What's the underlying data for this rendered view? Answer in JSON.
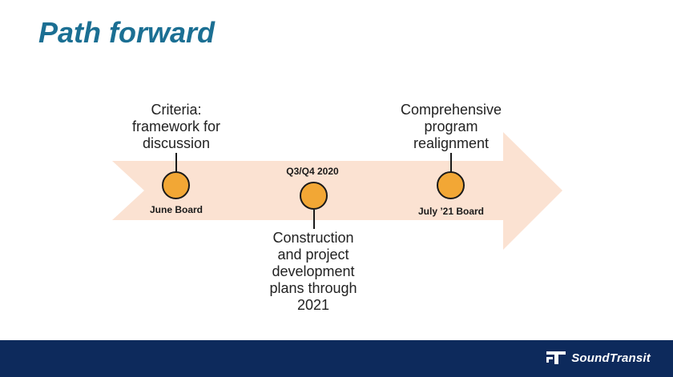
{
  "title": "Path forward",
  "timeline": {
    "milestones": [
      {
        "marker_label": "June Board",
        "description": "Criteria:\nframework for\ndiscussion"
      },
      {
        "marker_label": "Q3/Q4 2020",
        "description": "Construction\nand project\ndevelopment\nplans through\n2021"
      },
      {
        "marker_label": "July ’21 Board",
        "description": "Comprehensive\nprogram\nrealignment"
      }
    ]
  },
  "footer": {
    "logo_text": "SoundTransit"
  },
  "colors": {
    "title": "#1b6f93",
    "arrow": "#fbe2d2",
    "marker": "#f2a735",
    "footer": "#0d2a5c"
  }
}
